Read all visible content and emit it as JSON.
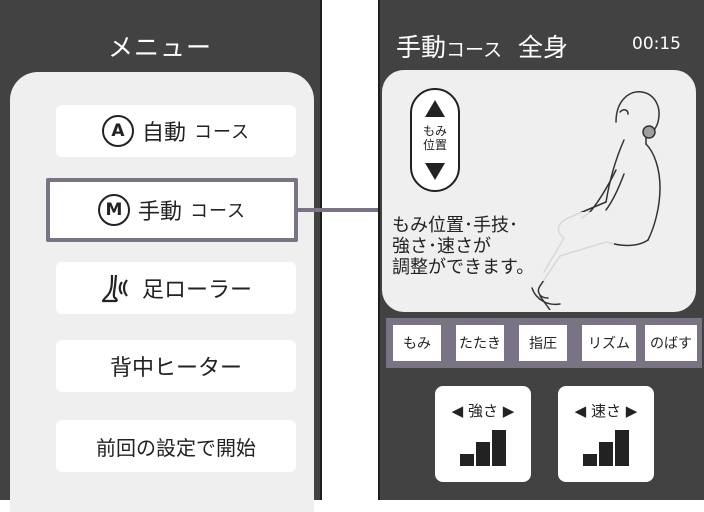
{
  "menu": {
    "title": "メニュー",
    "items": [
      {
        "icon_letter": "A",
        "label": "自動",
        "suffix": "コース",
        "icon": "circle-a-icon"
      },
      {
        "icon_letter": "M",
        "label": "手動",
        "suffix": "コース",
        "icon": "circle-m-icon",
        "selected": true
      },
      {
        "label": "足ローラー",
        "icon": "foot-roller-icon"
      },
      {
        "label": "背中ヒーター"
      },
      {
        "label": "前回の設定で開始"
      }
    ]
  },
  "manual": {
    "title": "手動",
    "title_suffix": "コース",
    "mode": "全身",
    "time": "00:15",
    "position_label_1": "もみ",
    "position_label_2": "位置",
    "description_1": "もみ位置･手技･",
    "description_2": "強さ･速さが",
    "description_3": "調整ができます。",
    "techniques": [
      "もみ",
      "たたき",
      "指圧",
      "リズム",
      "のばす"
    ],
    "strength_label": "強さ",
    "speed_label": "速さ",
    "strength_level": 3,
    "speed_level": 3,
    "level_max": 3
  },
  "colors": {
    "panel": "#424242",
    "accent": "#7a7384",
    "sheet": "#efefef"
  }
}
